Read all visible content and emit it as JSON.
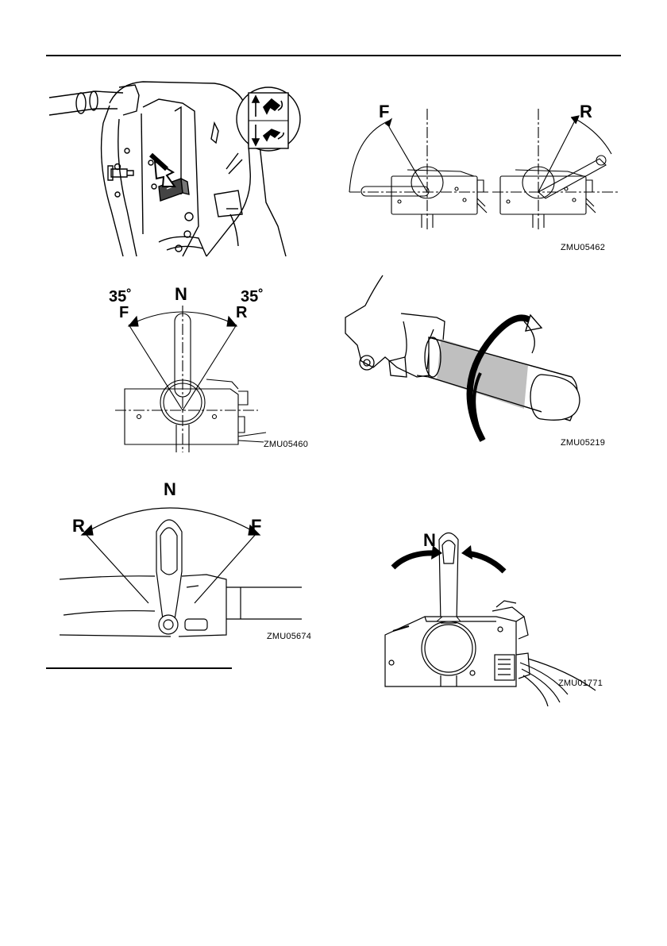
{
  "figures": {
    "fig1": {
      "code": ""
    },
    "fig2": {
      "code": "ZMU05462",
      "left_label": "F",
      "right_label": "R"
    },
    "fig3": {
      "code": "ZMU05460",
      "center_label": "N",
      "left_label": "F",
      "right_label": "R",
      "left_angle": "35˚",
      "right_angle": "35˚"
    },
    "fig4": {
      "code": "ZMU05219"
    },
    "fig5": {
      "code": "ZMU05674",
      "center_label": "N",
      "left_label": "R",
      "right_label": "F"
    },
    "fig6": {
      "code": "ZMU01771",
      "center_label": "N"
    }
  }
}
